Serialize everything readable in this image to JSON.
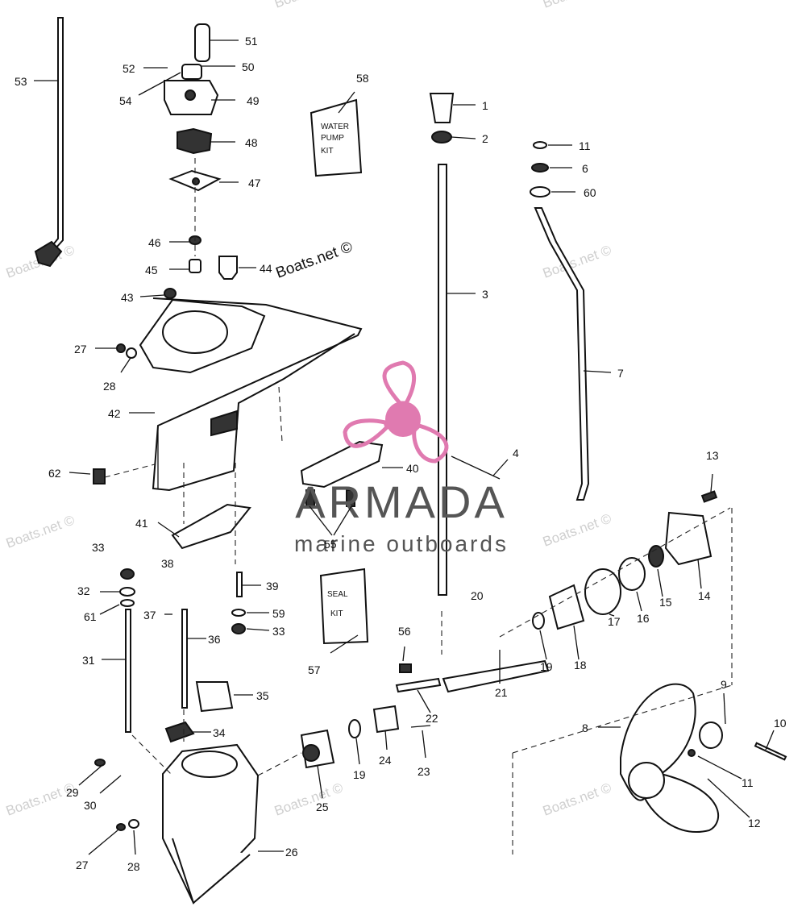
{
  "brand": {
    "name": "ARMADA",
    "tagline": "marine outboards",
    "logo_color": "#e07ab0",
    "text_color": "#555555"
  },
  "watermark": "Boats.net ©",
  "kits": {
    "water_pump": [
      "WATER",
      "PUMP",
      "KIT"
    ],
    "seal": [
      "SEAL",
      "KIT"
    ]
  },
  "callouts": [
    "1",
    "2",
    "3",
    "4",
    "6",
    "60",
    "7",
    "8",
    "9",
    "10",
    "11",
    "12",
    "13",
    "14",
    "15",
    "16",
    "17",
    "18",
    "19",
    "20",
    "21",
    "22",
    "23",
    "24",
    "25",
    "26",
    "27",
    "28",
    "29",
    "30",
    "31",
    "32",
    "33",
    "34",
    "35",
    "36",
    "37",
    "38",
    "39",
    "40",
    "41",
    "42",
    "43",
    "44",
    "45",
    "46",
    "47",
    "48",
    "49",
    "50",
    "51",
    "52",
    "53",
    "54",
    "55",
    "56",
    "57",
    "58",
    "59",
    "61",
    "62"
  ]
}
